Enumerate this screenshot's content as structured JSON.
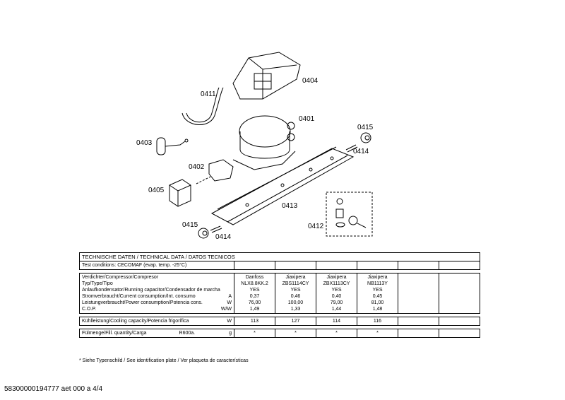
{
  "diagram": {
    "part_labels": [
      "0404",
      "0411",
      "0401",
      "0415",
      "0414",
      "0403",
      "0402",
      "0405",
      "0413",
      "0412",
      "0415",
      "0414"
    ]
  },
  "table": {
    "header": "TECHNISCHE DATEN / TECHNICAL DATA / DATOS TECNICOS",
    "conditions": "Test conditions:  CECOMAF (evap. temp. -25°C)",
    "row_labels": [
      {
        "text": "Verdichter/Compressor/Compresor",
        "unit": ""
      },
      {
        "text": "Typ/Type/Tipo",
        "unit": ""
      },
      {
        "text": "Anlaufkondensator/Running capacitor/Condensador de marcha",
        "unit": ""
      },
      {
        "text": "Stromverbraucht/Current consumption/Int. consumo",
        "unit": "A"
      },
      {
        "text": "Leistungverbraucht/Power consumption/Potencia cons.",
        "unit": "W"
      },
      {
        "text": "C.O.P.",
        "unit": "W/W"
      }
    ],
    "columns": [
      {
        "values": [
          "Danfoss",
          "NLX8.8KK.2",
          "YES",
          "0,37",
          "76,00",
          "1,49"
        ],
        "cooling": "113",
        "fill": "*"
      },
      {
        "values": [
          "Jiaxipera",
          "ZBS1114CY",
          "YES",
          "0,46",
          "100,00",
          "1,33"
        ],
        "cooling": "127",
        "fill": "*"
      },
      {
        "values": [
          "Jiaxipera",
          "ZBX1113CY",
          "YES",
          "0,40",
          "79,00",
          "1,44"
        ],
        "cooling": "114",
        "fill": "*"
      },
      {
        "values": [
          "Jiaxipera",
          "NB1113Y",
          "YES",
          "0,45",
          "81,00",
          "1,48"
        ],
        "cooling": "116",
        "fill": "*"
      }
    ],
    "cooling_label": "Kühlleistung/Cooling capacity/Potencia frigorífica",
    "cooling_unit": "W",
    "fill_label": "Fülmenge/Fill. quantity/Carga",
    "refrigerant": "R600a.",
    "fill_unit": "g"
  },
  "footnote": "* Siehe Typenschild / See identification plate / Ver plaqueta de características",
  "doc_id": "58300000194777 aet 000 a 4/4"
}
